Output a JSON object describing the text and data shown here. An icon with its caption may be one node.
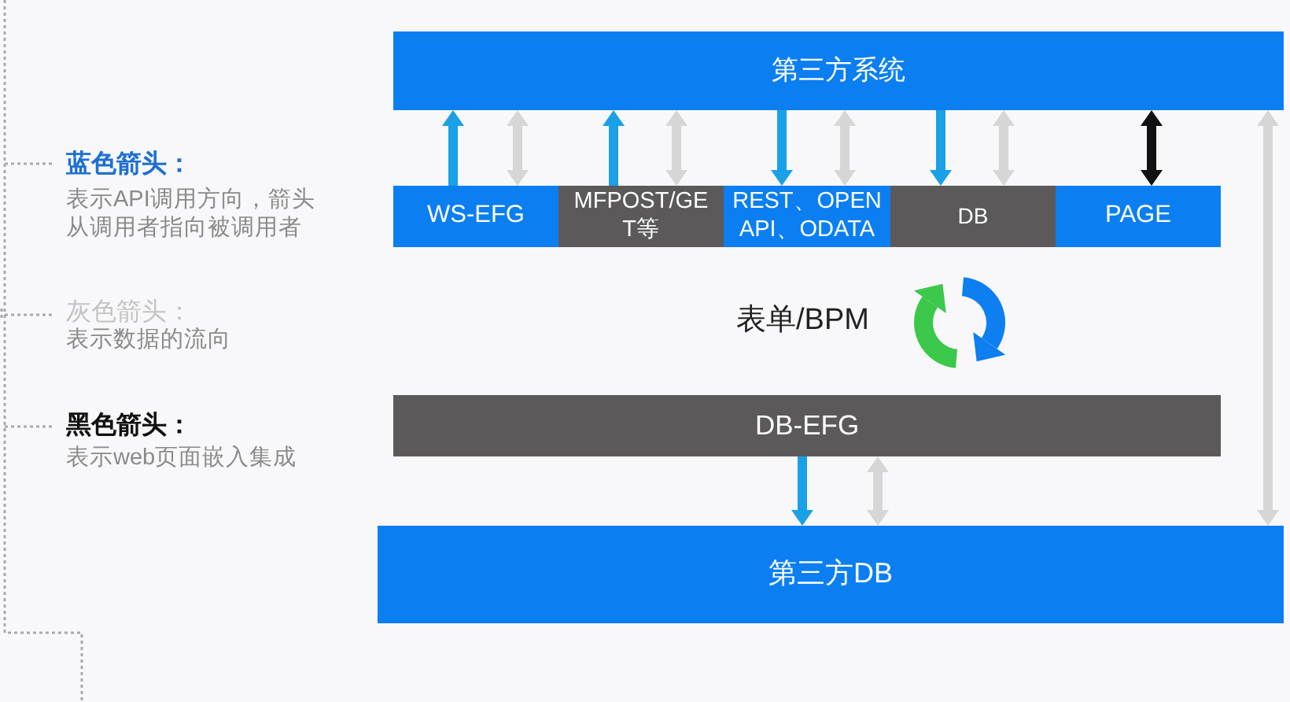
{
  "diagram": {
    "nodes": [
      {
        "text": [
          "第三方系统"
        ]
      },
      {
        "text": [
          "WS-EFG"
        ]
      },
      {
        "text": [
          "MFPOST/GET等"
        ]
      },
      {
        "text": [
          "REST、OPEN API、ODATA"
        ]
      },
      {
        "text": [
          "DB"
        ]
      },
      {
        "text": [
          "PAGE"
        ]
      },
      {
        "text": [
          "DB-EFG"
        ]
      },
      {
        "text": [
          "第三方DB"
        ]
      }
    ],
    "edges": [
      {
        "from": 1,
        "to": 0,
        "arrow": "to",
        "color": "#1aa0e6"
      },
      {
        "from": 1,
        "to": 0,
        "arrow": "both"
      },
      {
        "from": 2,
        "to": 0,
        "arrow": "to",
        "color": "#1aa0e6"
      },
      {
        "from": 2,
        "to": 0,
        "arrow": "both"
      },
      {
        "from": 0,
        "to": 3,
        "arrow": "to",
        "color": "#1aa0e6"
      },
      {
        "from": 3,
        "to": 0,
        "arrow": "both"
      },
      {
        "from": 0,
        "to": 4,
        "arrow": "to",
        "color": "#1aa0e6"
      },
      {
        "from": 4,
        "to": 0,
        "arrow": "both"
      },
      {
        "from": 5,
        "to": 0,
        "arrow": "both",
        "color": "#111111"
      },
      {
        "from": 6,
        "to": 7,
        "arrow": "to",
        "color": "#1aa0e6"
      },
      {
        "from": 6,
        "to": 7,
        "arrow": "both"
      },
      {
        "from": 0,
        "to": 7,
        "arrow": "both"
      }
    ],
    "labels": [
      "蓝色箭头：",
      "表示API调用方向，箭头从调用者指向被调用者",
      "灰色箭头：",
      "表示数据的流向",
      "黑色箭头：",
      "表示web页面嵌入集成",
      "表单/BPM"
    ]
  }
}
